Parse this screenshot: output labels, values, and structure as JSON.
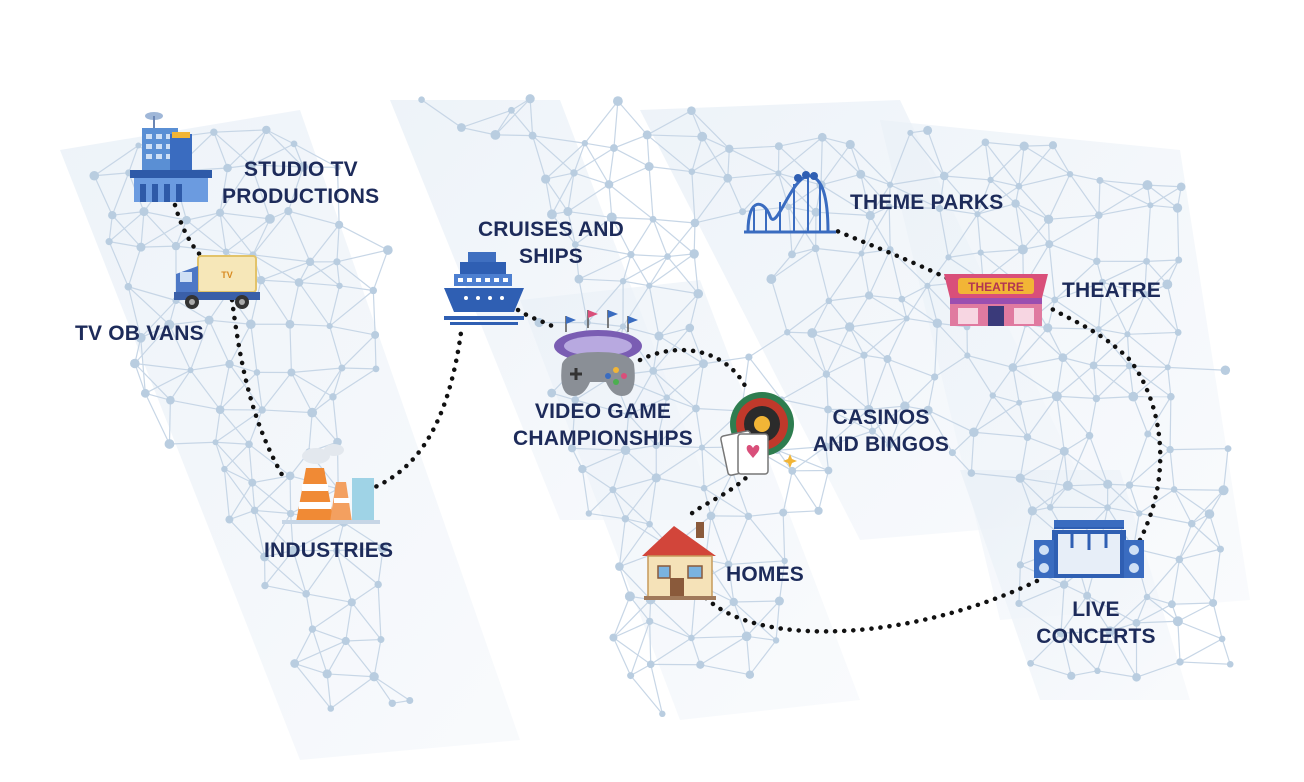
{
  "colors": {
    "ink": "#1d2b5a",
    "brand_blue": "#2f5fb3",
    "map_node": "#b9cde0",
    "map_link": "#c7d6e6",
    "map_band": "#eef3f8",
    "path": "#111111",
    "accent_orange": "#f08a35",
    "accent_pink": "#d94f7a"
  },
  "icons": [
    "studio-building-icon",
    "ob-van-icon",
    "factory-icon",
    "cruise-ship-icon",
    "game-controller-icon",
    "roulette-cards-icon",
    "house-icon",
    "roller-coaster-icon",
    "theatre-icon",
    "concert-stage-icon"
  ],
  "nodes": {
    "studio_tv": {
      "line1": "STUDIO TV",
      "line2": "PRODUCTIONS"
    },
    "tv_ob_vans": {
      "line1": "TV OB VANS"
    },
    "industries": {
      "line1": "INDUSTRIES"
    },
    "cruises": {
      "line1": "CRUISES AND",
      "line2": "SHIPS"
    },
    "video_game": {
      "line1": "VIDEO GAME",
      "line2": "CHAMPIONSHIPS"
    },
    "casinos": {
      "line1": "CASINOS",
      "line2": "AND BINGOS"
    },
    "homes": {
      "line1": "HOMES"
    },
    "theme_parks": {
      "line1": "THEME PARKS"
    },
    "theatre": {
      "line1": "THEATRE",
      "sign": "THEATRE"
    },
    "live_concerts": {
      "line1": "LIVE",
      "line2": "CONCERTS"
    }
  }
}
